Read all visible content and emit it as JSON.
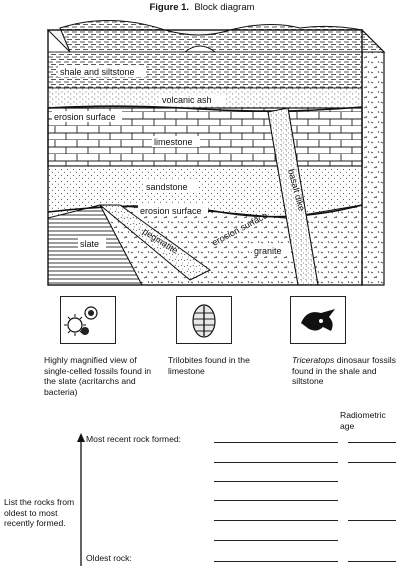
{
  "figure": {
    "number": "Figure 1.",
    "title": "Block diagram"
  },
  "layers": {
    "shale": "shale and siltstone",
    "ash": "volcanic ash",
    "erosion_upper": "erosion surface",
    "limestone": "limestone",
    "sandstone": "sandstone",
    "erosion_lower": "erosion surface",
    "erosion_granite": "erosion surface",
    "basalt": "basalt dike",
    "slate": "slate",
    "pegmatite": "pegmatite",
    "granite": "granite"
  },
  "fossils": [
    {
      "icon": "acritarch-fossil-icon",
      "caption": "Highly magnified view of single-celled fossils found in the slate (acritarchs and bacteria)"
    },
    {
      "icon": "trilobite-fossil-icon",
      "caption": "Trilobites found in the limestone"
    },
    {
      "icon": "triceratops-fossil-icon",
      "caption_italic": "Triceratops",
      "caption": " dinosaur fossils found in the shale and siltstone"
    }
  ],
  "question": {
    "instruction": "List the rocks from oldest to most recently formed.",
    "most_recent": "Most recent rock formed:",
    "oldest": "Oldest rock:",
    "radiometric_age": "Radiometric age"
  }
}
